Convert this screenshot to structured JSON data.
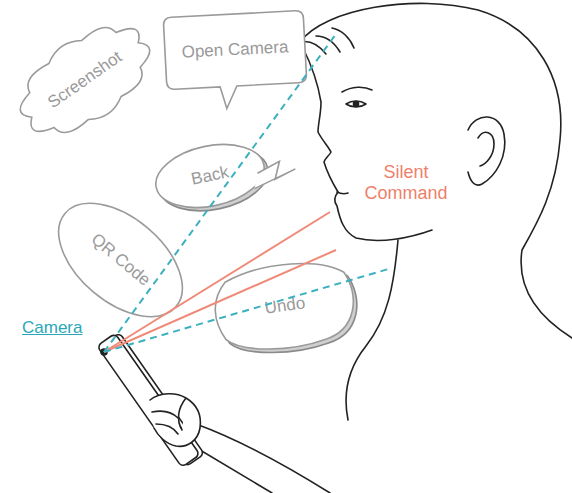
{
  "diagram": {
    "nodes": [
      {
        "text": [
          "Screenshot"
        ]
      },
      {
        "text": [
          "Open Camera"
        ]
      },
      {
        "text": [
          "Back"
        ]
      },
      {
        "text": [
          "QR Code"
        ]
      },
      {
        "text": [
          "Undo"
        ]
      }
    ],
    "labels": [
      "Silent Command",
      "Camera"
    ]
  }
}
